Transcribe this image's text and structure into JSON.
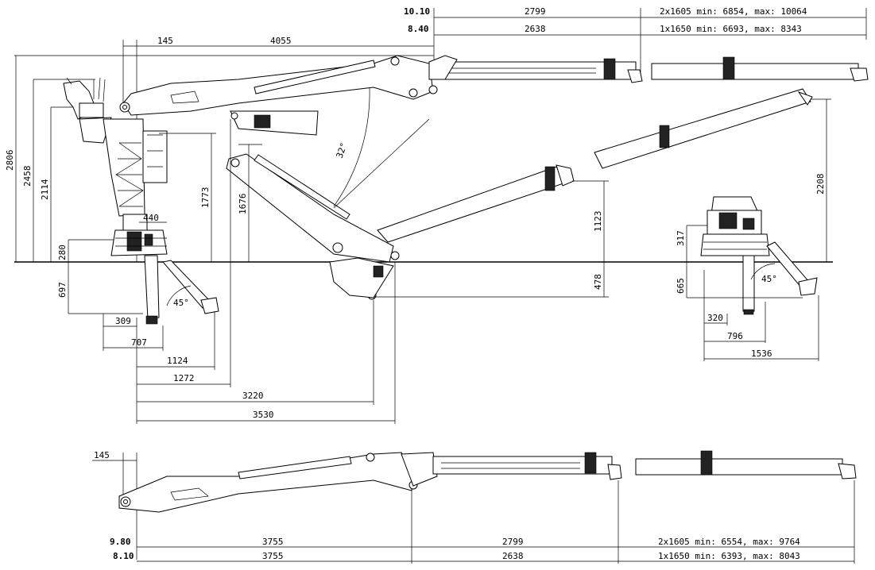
{
  "top": {
    "reach_label_1": "10.10",
    "reach_label_2": "8.40",
    "ext_dim_1": "2799",
    "ext_dim_2": "2638",
    "ext_note_1": "2x1605 min: 6854, max: 10064",
    "ext_note_2": "1x1650 min: 6693, max: 8343",
    "offset_145": "145",
    "main_boom_4055": "4055"
  },
  "vertical_dims": {
    "h2806": "2806",
    "h2458": "2458",
    "h2114": "2114",
    "h280": "280",
    "h697": "697",
    "h1773": "1773",
    "h1676": "1676",
    "h1123": "1123",
    "h478": "478",
    "h2208": "2208",
    "h317": "317",
    "h665": "665"
  },
  "horizontal_dims": {
    "w440": "440",
    "w309": "309",
    "w707": "707",
    "w1124": "1124",
    "w1272": "1272",
    "w3220": "3220",
    "w3530": "3530",
    "w320": "320",
    "w796": "796",
    "w1536": "1536"
  },
  "angles": {
    "a32": "32°",
    "a45_left": "45°",
    "a45_right": "45°"
  },
  "bottom": {
    "offset_145": "145",
    "reach_label_1": "9.80",
    "reach_label_2": "8.10",
    "dim_3755_a": "3755",
    "dim_3755_b": "3755",
    "dim_2799": "2799",
    "dim_2638": "2638",
    "ext_note_1": "2x1605 min: 6554, max: 9764",
    "ext_note_2": "1x1650 min: 6393, max: 8043"
  }
}
